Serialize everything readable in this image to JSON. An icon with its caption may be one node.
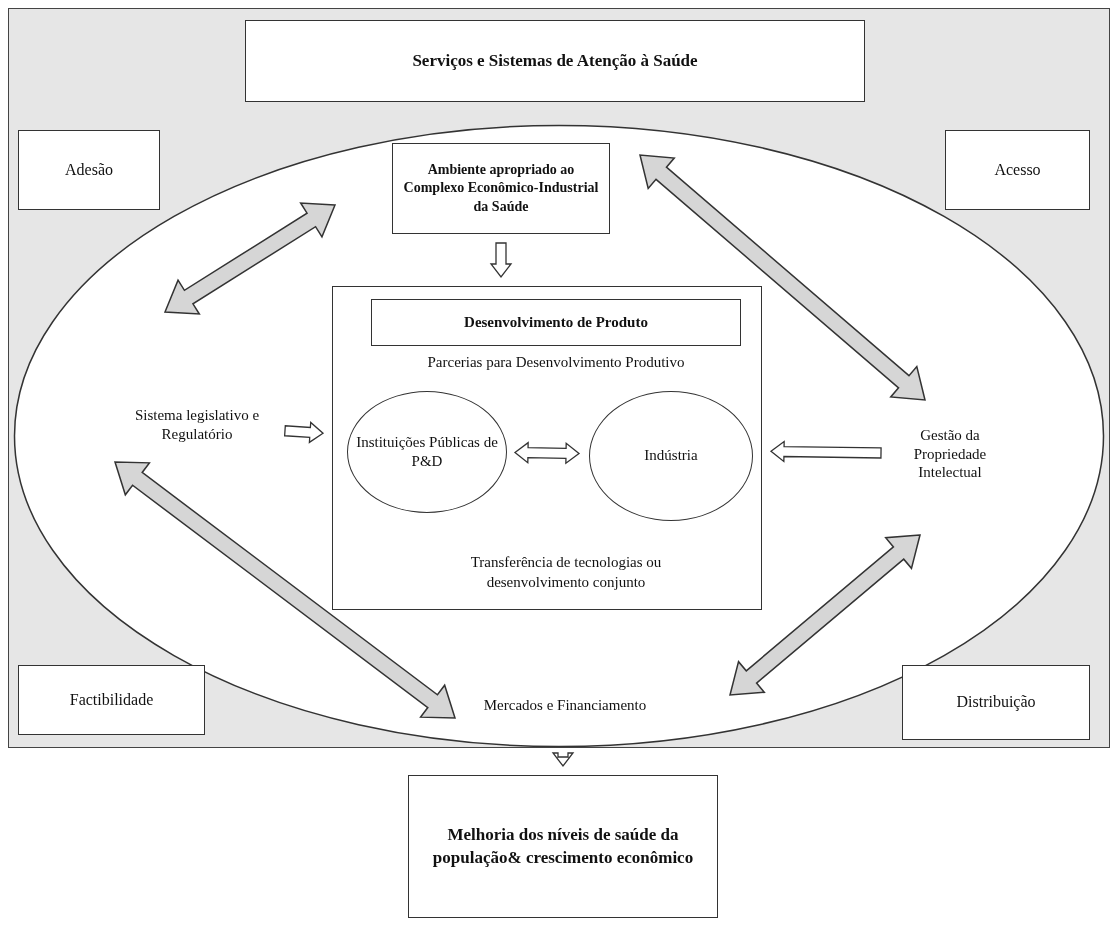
{
  "diagram": {
    "nodes": [
      {
        "text": [
          "Serviços e Sistemas de Atenção à Saúde"
        ]
      },
      {
        "text": [
          "Adesão"
        ]
      },
      {
        "text": [
          "Acesso"
        ]
      },
      {
        "text": [],
        "shape": "ellipse"
      },
      {
        "text": [
          "Ambiente apropriado ao Complexo Econômico-Industrial da Saúde"
        ],
        "in": 3
      },
      {
        "text": [
          "Parcerias para Desenvolvimento Produtivo",
          "Transferência de tecnologias ou desenvolvimento conjunto"
        ],
        "in": 3
      },
      {
        "text": [
          "Desenvolvimento de Produto"
        ],
        "in": 5
      },
      {
        "text": [
          "Instituições Públicas de P&D"
        ],
        "in": 5
      },
      {
        "text": [
          "Indústria"
        ],
        "in": 5
      },
      {
        "text": [
          "Sistema legislativo e Regulatório"
        ],
        "in": 3
      },
      {
        "text": [
          "Gestão da Propriedade Intelectual"
        ],
        "in": 3
      },
      {
        "text": [
          "Mercados e Financiamento"
        ],
        "in": 3
      },
      {
        "text": [
          "Factibilidade"
        ]
      },
      {
        "text": [
          "Distribuição"
        ]
      },
      {
        "text": [
          "Melhoria dos níveis de saúde da população& crescimento econômico"
        ]
      }
    ],
    "edges": [
      {
        "from": 4,
        "to": 5,
        "arrow": "to"
      },
      {
        "from": 9,
        "to": 5,
        "arrow": "to"
      },
      {
        "from": 10,
        "to": 5,
        "arrow": "to"
      },
      {
        "from": 7,
        "to": 8,
        "arrow": "both"
      },
      {
        "from": 3,
        "to": 14,
        "arrow": "to"
      },
      {
        "from": 4,
        "to": 9,
        "arrow": "both",
        "style": "thick"
      },
      {
        "from": 4,
        "to": 10,
        "arrow": "both",
        "style": "thick"
      },
      {
        "from": 9,
        "to": 11,
        "arrow": "both",
        "style": "thick"
      },
      {
        "from": 10,
        "to": 11,
        "arrow": "both",
        "style": "thick"
      }
    ]
  }
}
